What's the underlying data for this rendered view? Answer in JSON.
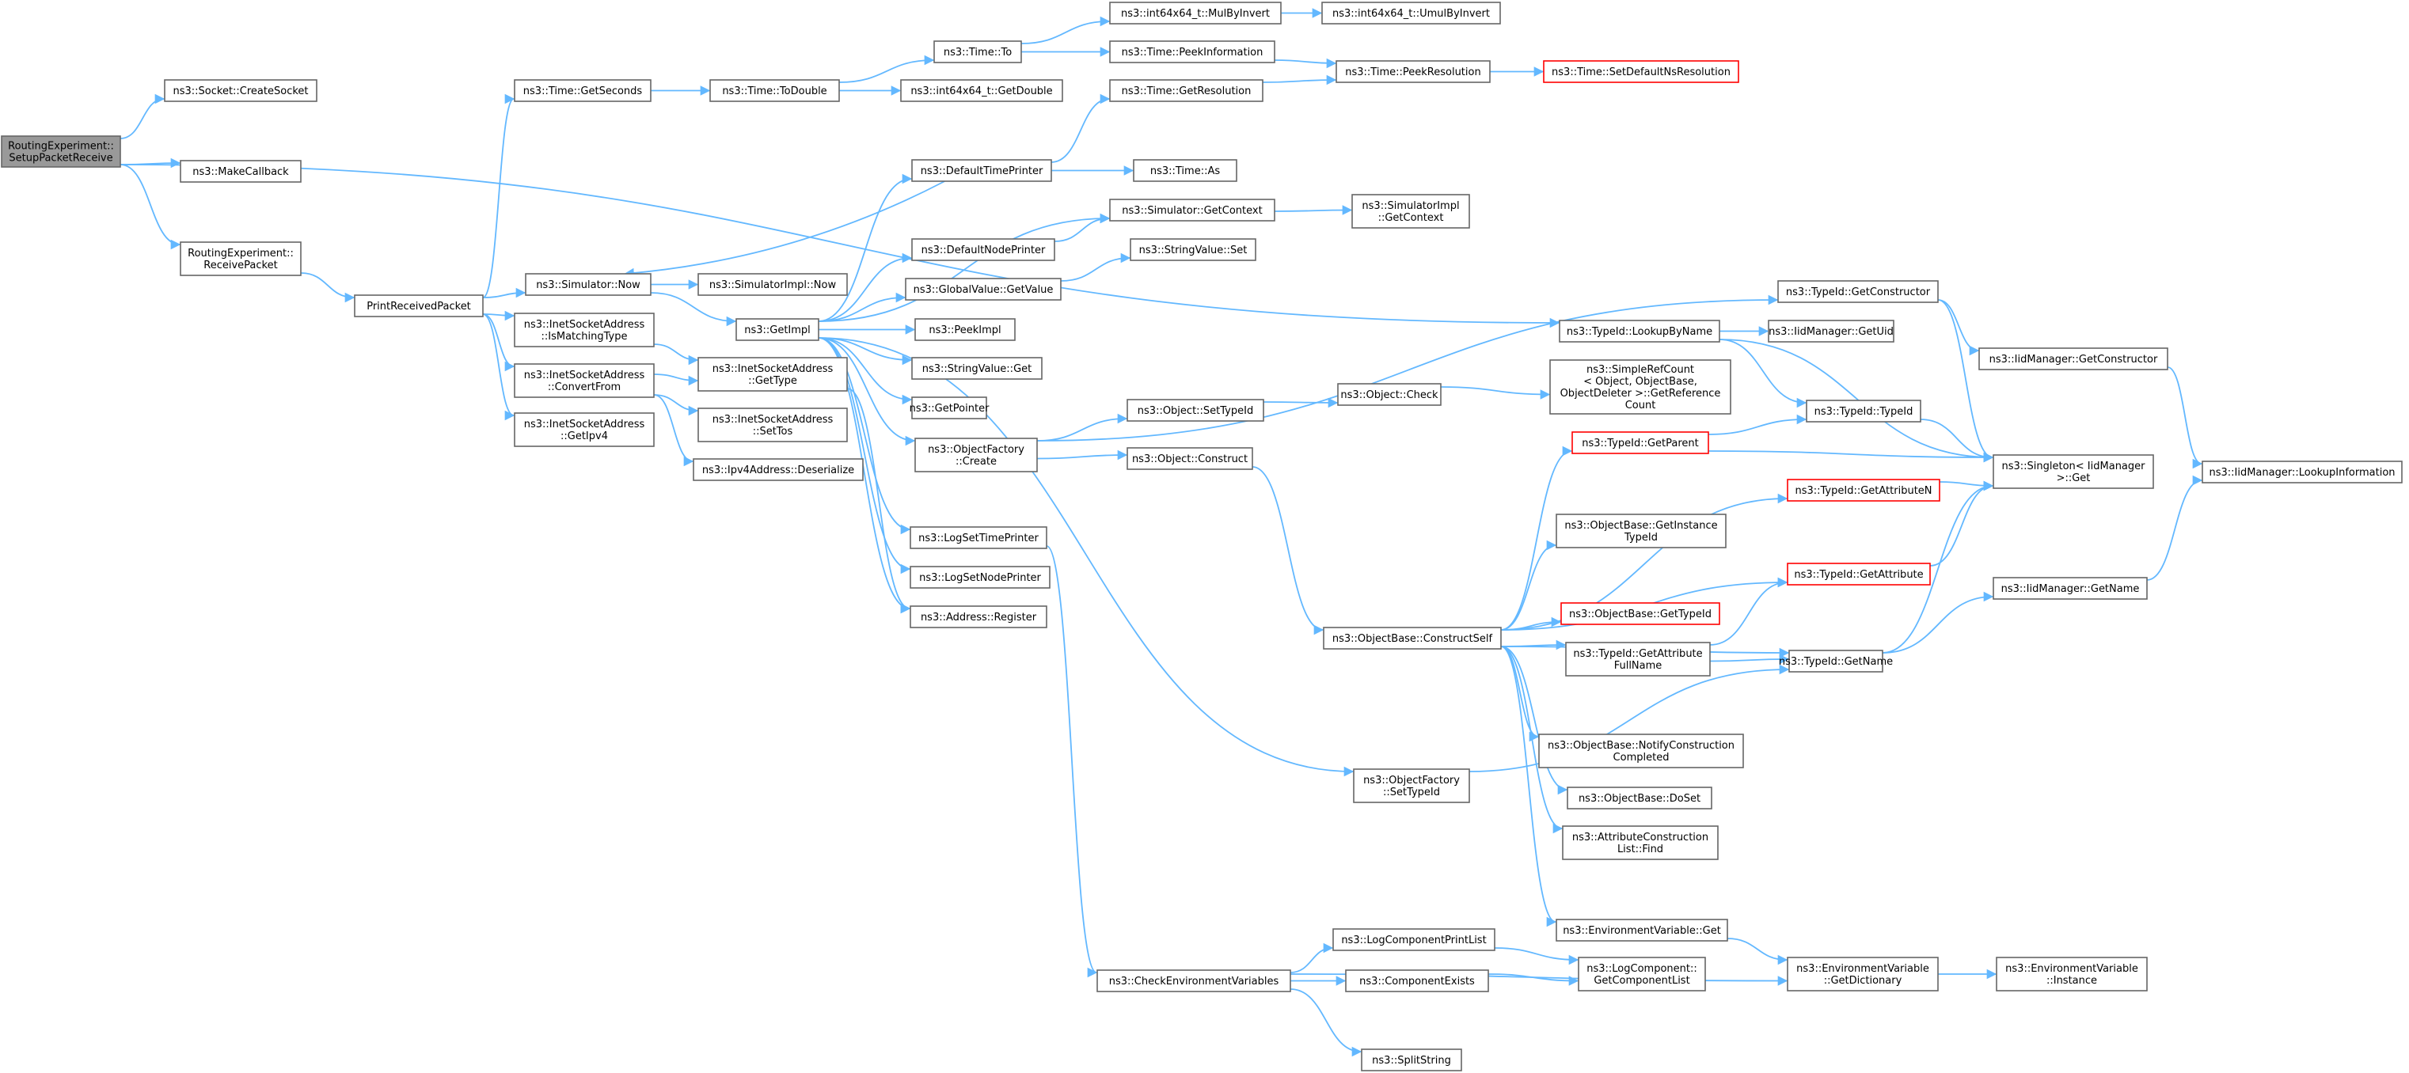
{
  "colors": {
    "edge": "#63b8ff",
    "node_border": "#666666",
    "highlight_border": "#ff0000",
    "root_fill": "#999999"
  },
  "nodes": [
    {
      "id": "n0",
      "lines": [
        "RoutingExperiment::",
        "SetupPacketReceive"
      ],
      "style": "root"
    },
    {
      "id": "n1",
      "lines": [
        "ns3::Socket::CreateSocket"
      ]
    },
    {
      "id": "n2",
      "lines": [
        "ns3::MakeCallback"
      ]
    },
    {
      "id": "n3",
      "lines": [
        "RoutingExperiment::",
        "ReceivePacket"
      ]
    },
    {
      "id": "n4",
      "lines": [
        "PrintReceivedPacket"
      ]
    },
    {
      "id": "n5",
      "lines": [
        "ns3::Time::GetSeconds"
      ]
    },
    {
      "id": "n6",
      "lines": [
        "ns3::Time::ToDouble"
      ]
    },
    {
      "id": "n7",
      "lines": [
        "ns3::Time::To"
      ]
    },
    {
      "id": "n8",
      "lines": [
        "ns3::int64x64_t::MulByInvert"
      ]
    },
    {
      "id": "n9",
      "lines": [
        "ns3::int64x64_t::UmulByInvert"
      ]
    },
    {
      "id": "n10",
      "lines": [
        "ns3::Time::PeekInformation"
      ]
    },
    {
      "id": "n11",
      "lines": [
        "ns3::Time::PeekResolution"
      ]
    },
    {
      "id": "n12",
      "lines": [
        "ns3::Time::SetDefaultNsResolution"
      ],
      "style": "red"
    },
    {
      "id": "n13",
      "lines": [
        "ns3::int64x64_t::GetDouble"
      ]
    },
    {
      "id": "n14",
      "lines": [
        "ns3::Time::GetResolution"
      ]
    },
    {
      "id": "n15",
      "lines": [
        "ns3::DefaultTimePrinter"
      ]
    },
    {
      "id": "n16",
      "lines": [
        "ns3::Time::As"
      ]
    },
    {
      "id": "n17",
      "lines": [
        "ns3::Simulator::GetContext"
      ]
    },
    {
      "id": "n18",
      "lines": [
        "ns3::SimulatorImpl",
        "::GetContext"
      ]
    },
    {
      "id": "n19",
      "lines": [
        "ns3::DefaultNodePrinter"
      ]
    },
    {
      "id": "n20",
      "lines": [
        "ns3::StringValue::Set"
      ]
    },
    {
      "id": "n21",
      "lines": [
        "ns3::GlobalValue::GetValue"
      ]
    },
    {
      "id": "n22",
      "lines": [
        "ns3::Simulator::Now"
      ]
    },
    {
      "id": "n23",
      "lines": [
        "ns3::SimulatorImpl::Now"
      ]
    },
    {
      "id": "n24",
      "lines": [
        "ns3::GetImpl"
      ]
    },
    {
      "id": "n25",
      "lines": [
        "ns3::PeekImpl"
      ]
    },
    {
      "id": "n26",
      "lines": [
        "ns3::StringValue::Get"
      ]
    },
    {
      "id": "n27",
      "lines": [
        "ns3::GetPointer"
      ]
    },
    {
      "id": "n28",
      "lines": [
        "ns3::ObjectFactory",
        "::Create"
      ]
    },
    {
      "id": "n29",
      "lines": [
        "ns3::LogSetTimePrinter"
      ]
    },
    {
      "id": "n30",
      "lines": [
        "ns3::LogSetNodePrinter"
      ]
    },
    {
      "id": "n31",
      "lines": [
        "ns3::Address::Register"
      ]
    },
    {
      "id": "n32",
      "lines": [
        "ns3::InetSocketAddress",
        "::IsMatchingType"
      ]
    },
    {
      "id": "n33",
      "lines": [
        "ns3::InetSocketAddress",
        "::ConvertFrom"
      ]
    },
    {
      "id": "n34",
      "lines": [
        "ns3::InetSocketAddress",
        "::GetIpv4"
      ]
    },
    {
      "id": "n35",
      "lines": [
        "ns3::InetSocketAddress",
        "::GetType"
      ]
    },
    {
      "id": "n36",
      "lines": [
        "ns3::InetSocketAddress",
        "::SetTos"
      ]
    },
    {
      "id": "n37",
      "lines": [
        "ns3::Ipv4Address::Deserialize"
      ]
    },
    {
      "id": "n38",
      "lines": [
        "ns3::Object::SetTypeId"
      ]
    },
    {
      "id": "n39",
      "lines": [
        "ns3::Object::Construct"
      ]
    },
    {
      "id": "n40",
      "lines": [
        "ns3::Object::Check"
      ]
    },
    {
      "id": "n41",
      "lines": [
        "ns3::SimpleRefCount",
        "< Object, ObjectBase,",
        "ObjectDeleter >::GetReference",
        "Count"
      ]
    },
    {
      "id": "n42",
      "lines": [
        "ns3::TypeId::GetConstructor"
      ]
    },
    {
      "id": "n43",
      "lines": [
        "ns3::TypeId::LookupByName"
      ]
    },
    {
      "id": "n44",
      "lines": [
        "ns3::IidManager::GetUid"
      ]
    },
    {
      "id": "n45",
      "lines": [
        "ns3::IidManager::GetConstructor"
      ]
    },
    {
      "id": "n46",
      "lines": [
        "ns3::TypeId::TypeId"
      ]
    },
    {
      "id": "n47",
      "lines": [
        "ns3::TypeId::GetParent"
      ],
      "style": "red"
    },
    {
      "id": "n48",
      "lines": [
        "ns3::TypeId::GetAttributeN"
      ],
      "style": "red"
    },
    {
      "id": "n49",
      "lines": [
        "ns3::Singleton< IidManager",
        ">::Get"
      ]
    },
    {
      "id": "n50",
      "lines": [
        "ns3::IidManager::LookupInformation"
      ]
    },
    {
      "id": "n51",
      "lines": [
        "ns3::ObjectBase::GetInstance",
        "TypeId"
      ]
    },
    {
      "id": "n52",
      "lines": [
        "ns3::TypeId::GetAttribute"
      ],
      "style": "red"
    },
    {
      "id": "n53",
      "lines": [
        "ns3::IidManager::GetName"
      ]
    },
    {
      "id": "n54",
      "lines": [
        "ns3::ObjectBase::GetTypeId"
      ],
      "style": "red"
    },
    {
      "id": "n55",
      "lines": [
        "ns3::ObjectBase::ConstructSelf"
      ]
    },
    {
      "id": "n56",
      "lines": [
        "ns3::TypeId::GetAttribute",
        "FullName"
      ]
    },
    {
      "id": "n57",
      "lines": [
        "ns3::TypeId::GetName"
      ]
    },
    {
      "id": "n58",
      "lines": [
        "ns3::ObjectBase::NotifyConstruction",
        "Completed"
      ]
    },
    {
      "id": "n59",
      "lines": [
        "ns3::ObjectFactory",
        "::SetTypeId"
      ]
    },
    {
      "id": "n60",
      "lines": [
        "ns3::ObjectBase::DoSet"
      ]
    },
    {
      "id": "n61",
      "lines": [
        "ns3::AttributeConstruction",
        "List::Find"
      ]
    },
    {
      "id": "n62",
      "lines": [
        "ns3::EnvironmentVariable::Get"
      ]
    },
    {
      "id": "n63",
      "lines": [
        "ns3::LogComponentPrintList"
      ]
    },
    {
      "id": "n64",
      "lines": [
        "ns3::LogComponent::",
        "GetComponentList"
      ]
    },
    {
      "id": "n65",
      "lines": [
        "ns3::EnvironmentVariable",
        "::GetDictionary"
      ]
    },
    {
      "id": "n66",
      "lines": [
        "ns3::EnvironmentVariable",
        "::Instance"
      ]
    },
    {
      "id": "n67",
      "lines": [
        "ns3::CheckEnvironmentVariables"
      ]
    },
    {
      "id": "n68",
      "lines": [
        "ns3::ComponentExists"
      ]
    },
    {
      "id": "n69",
      "lines": [
        "ns3::SplitString"
      ]
    }
  ],
  "edges": [
    [
      "n0",
      "n1"
    ],
    [
      "n0",
      "n2"
    ],
    [
      "n0",
      "n3"
    ],
    [
      "n0",
      "n43"
    ],
    [
      "n3",
      "n4"
    ],
    [
      "n4",
      "n5"
    ],
    [
      "n4",
      "n22"
    ],
    [
      "n4",
      "n32"
    ],
    [
      "n4",
      "n33"
    ],
    [
      "n4",
      "n34"
    ],
    [
      "n5",
      "n6"
    ],
    [
      "n6",
      "n7"
    ],
    [
      "n6",
      "n13"
    ],
    [
      "n7",
      "n8"
    ],
    [
      "n7",
      "n10"
    ],
    [
      "n8",
      "n9"
    ],
    [
      "n10",
      "n11"
    ],
    [
      "n11",
      "n12"
    ],
    [
      "n14",
      "n11"
    ],
    [
      "n15",
      "n14"
    ],
    [
      "n15",
      "n16"
    ],
    [
      "n15",
      "n22"
    ],
    [
      "n17",
      "n18"
    ],
    [
      "n19",
      "n17"
    ],
    [
      "n21",
      "n20"
    ],
    [
      "n22",
      "n23"
    ],
    [
      "n22",
      "n24"
    ],
    [
      "n24",
      "n15"
    ],
    [
      "n24",
      "n17"
    ],
    [
      "n24",
      "n19"
    ],
    [
      "n24",
      "n21"
    ],
    [
      "n24",
      "n25"
    ],
    [
      "n24",
      "n26"
    ],
    [
      "n24",
      "n27"
    ],
    [
      "n24",
      "n28"
    ],
    [
      "n24",
      "n29"
    ],
    [
      "n24",
      "n30"
    ],
    [
      "n24",
      "n31"
    ],
    [
      "n24",
      "n59"
    ],
    [
      "n32",
      "n35"
    ],
    [
      "n33",
      "n35"
    ],
    [
      "n33",
      "n36"
    ],
    [
      "n33",
      "n37"
    ],
    [
      "n35",
      "n31"
    ],
    [
      "n28",
      "n42"
    ],
    [
      "n28",
      "n38"
    ],
    [
      "n28",
      "n39"
    ],
    [
      "n38",
      "n40"
    ],
    [
      "n40",
      "n41"
    ],
    [
      "n39",
      "n55"
    ],
    [
      "n42",
      "n45"
    ],
    [
      "n42",
      "n49"
    ],
    [
      "n43",
      "n44"
    ],
    [
      "n43",
      "n46"
    ],
    [
      "n43",
      "n49"
    ],
    [
      "n45",
      "n50"
    ],
    [
      "n46",
      "n49"
    ],
    [
      "n47",
      "n46"
    ],
    [
      "n47",
      "n49"
    ],
    [
      "n48",
      "n49"
    ],
    [
      "n52",
      "n49"
    ],
    [
      "n53",
      "n50"
    ],
    [
      "n57",
      "n49"
    ],
    [
      "n57",
      "n53"
    ],
    [
      "n55",
      "n47"
    ],
    [
      "n55",
      "n48"
    ],
    [
      "n55",
      "n51"
    ],
    [
      "n55",
      "n52"
    ],
    [
      "n55",
      "n54"
    ],
    [
      "n55",
      "n56"
    ],
    [
      "n55",
      "n57"
    ],
    [
      "n55",
      "n58"
    ],
    [
      "n55",
      "n60"
    ],
    [
      "n55",
      "n61"
    ],
    [
      "n55",
      "n62"
    ],
    [
      "n56",
      "n52"
    ],
    [
      "n56",
      "n57"
    ],
    [
      "n59",
      "n57"
    ],
    [
      "n29",
      "n67"
    ],
    [
      "n67",
      "n63"
    ],
    [
      "n67",
      "n68"
    ],
    [
      "n67",
      "n65"
    ],
    [
      "n67",
      "n69"
    ],
    [
      "n63",
      "n64"
    ],
    [
      "n68",
      "n64"
    ],
    [
      "n62",
      "n65"
    ],
    [
      "n65",
      "n66"
    ]
  ]
}
